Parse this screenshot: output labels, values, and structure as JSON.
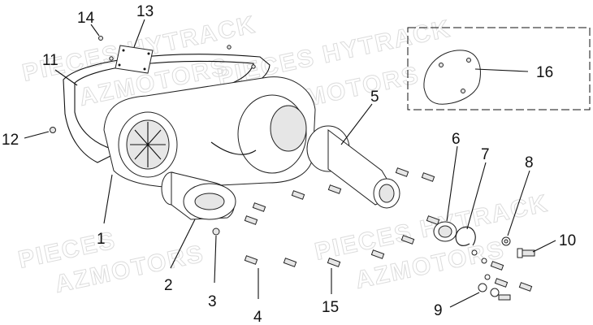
{
  "watermarks": {
    "top": "PIECES HYTRACK",
    "top2": "AZMOTORS",
    "mid": "PIECES HYTRACK",
    "mid2": "AZMOTORS",
    "bottom": "PIECES HYTRACK",
    "bottom2": "AZMOTORS",
    "left": "PIECES",
    "left2": "AZMOTORS"
  },
  "callouts": {
    "c1": "1",
    "c2": "2",
    "c3": "3",
    "c4": "4",
    "c5": "5",
    "c6": "6",
    "c7": "7",
    "c8": "8",
    "c9": "9",
    "c10": "10",
    "c11": "11",
    "c12": "12",
    "c13": "13",
    "c14": "14",
    "c15": "15",
    "c16": "16"
  }
}
